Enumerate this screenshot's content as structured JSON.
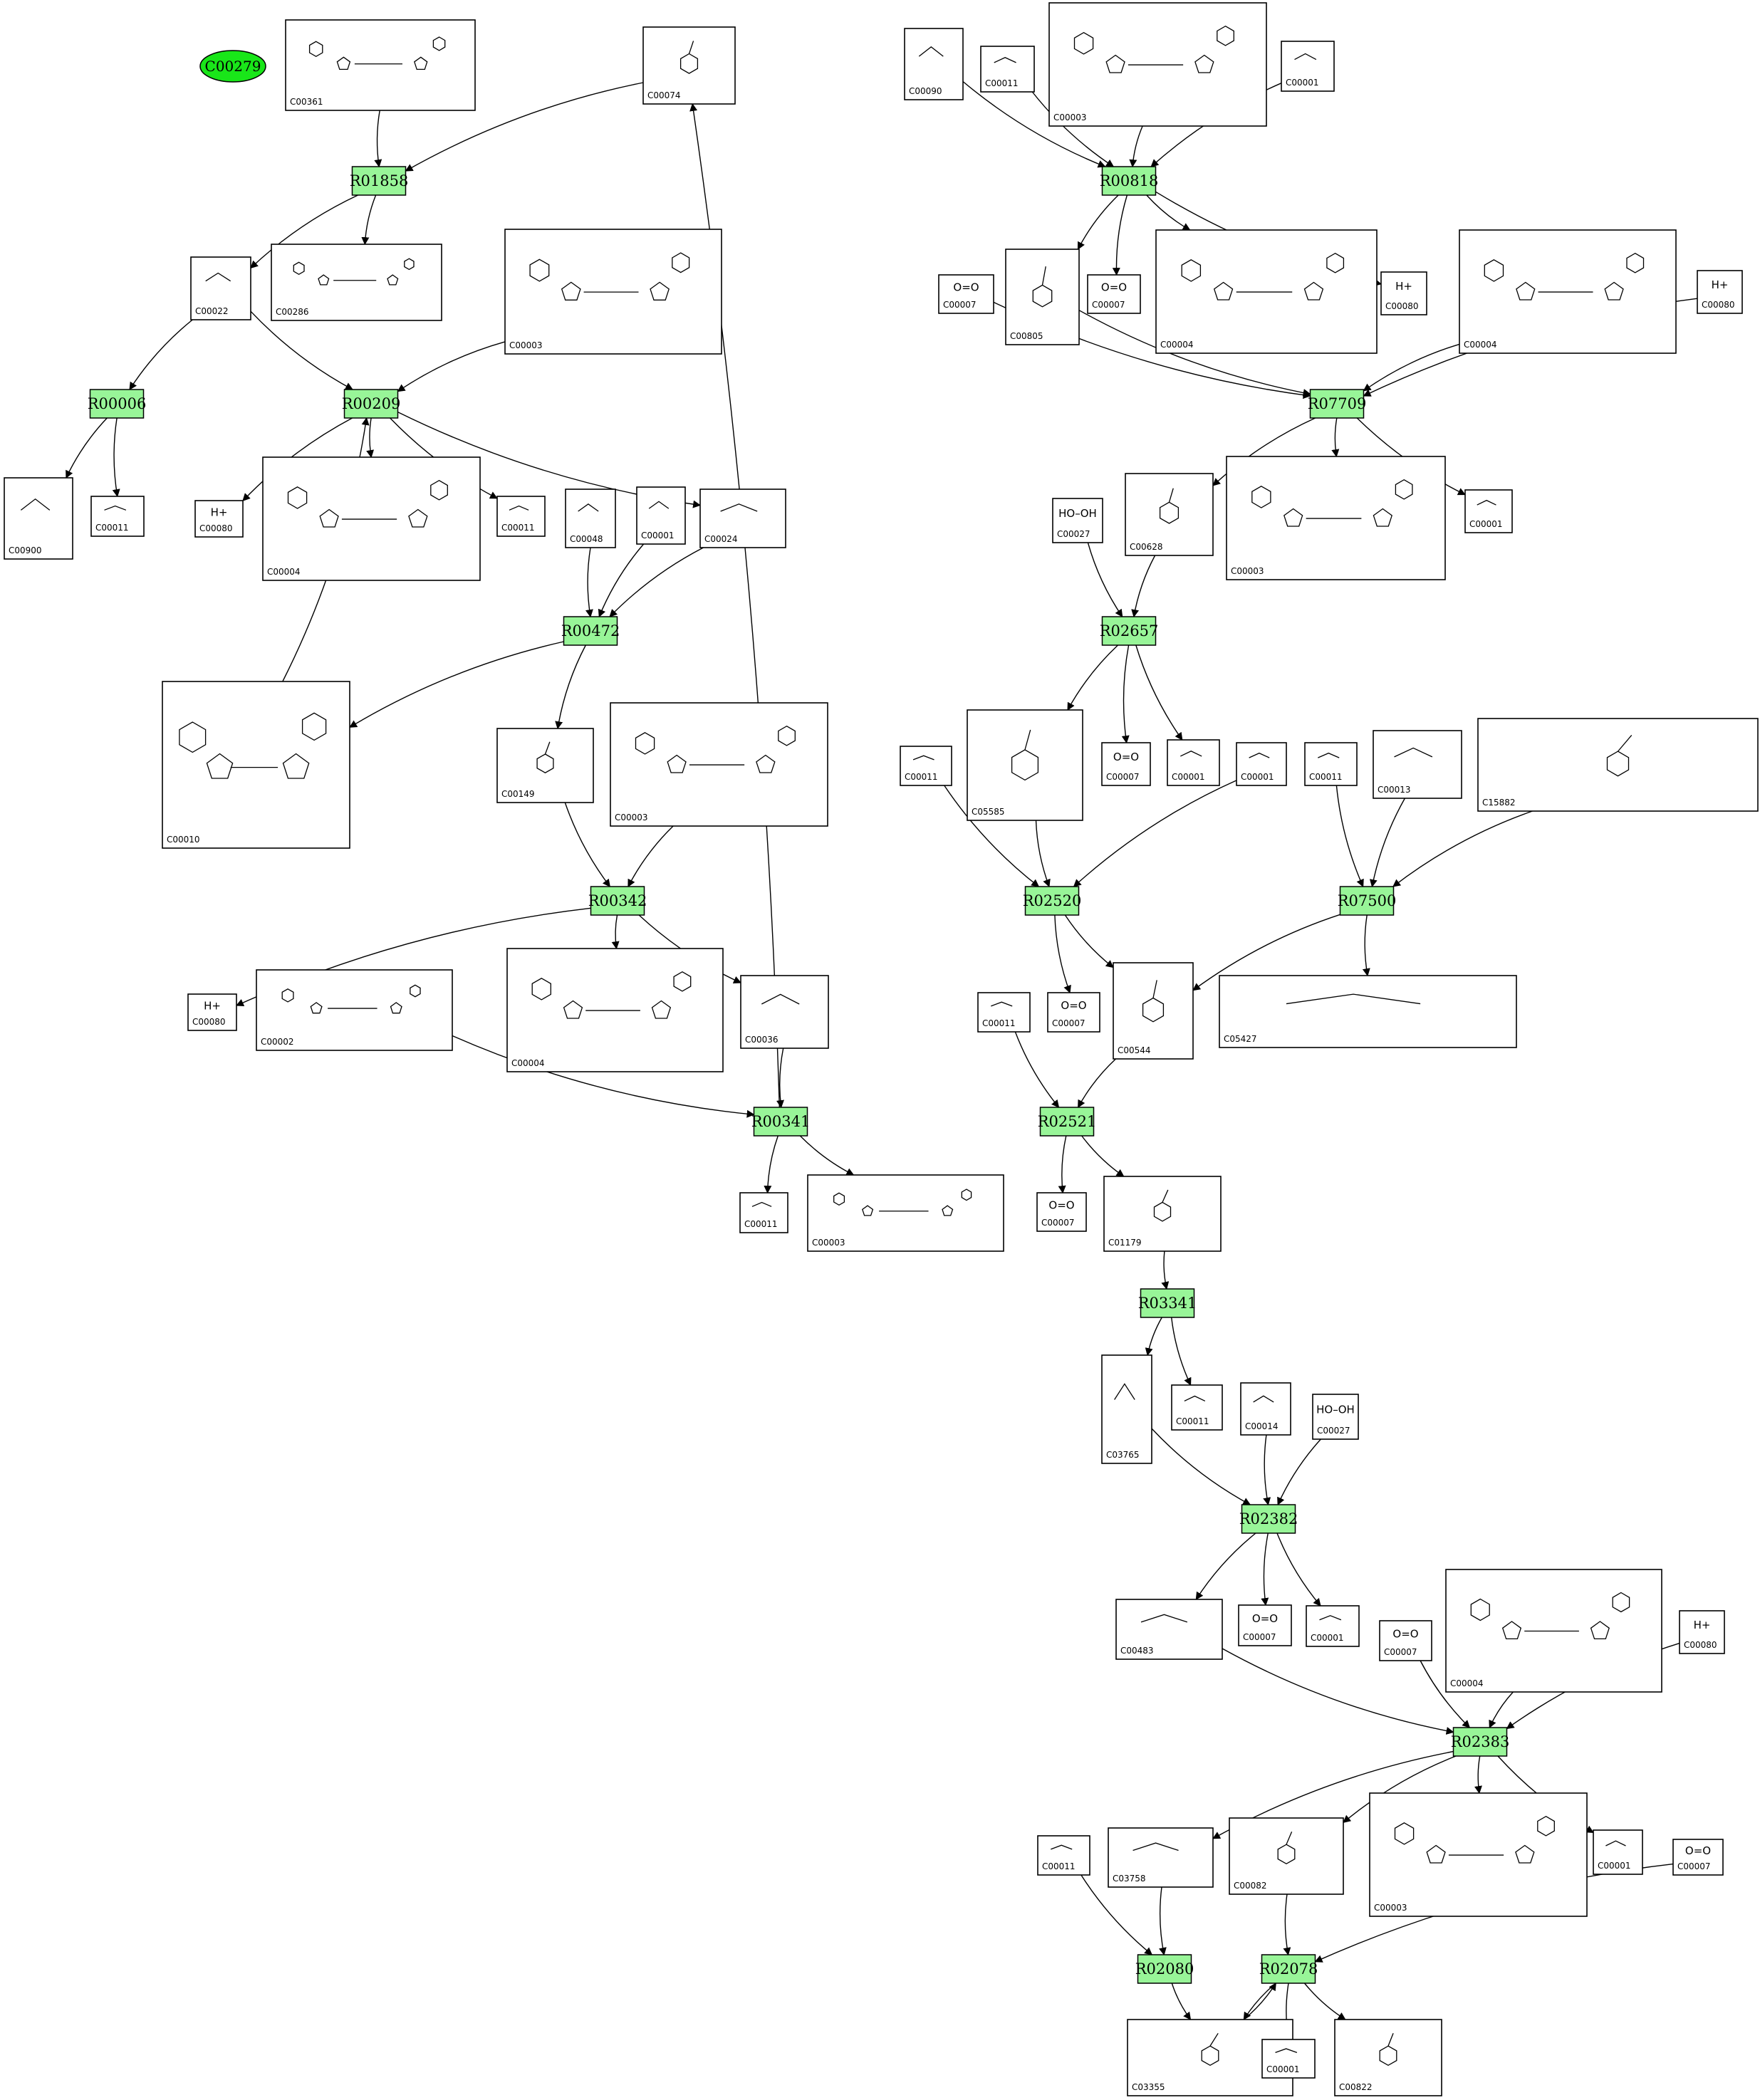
{
  "start_node": {
    "id": "C00279"
  },
  "reactions": [
    "R01858",
    "R00006",
    "R00209",
    "R00472",
    "R00342",
    "R00341",
    "R00818",
    "R07709",
    "R02657",
    "R02520",
    "R07500",
    "R02521",
    "R03341",
    "R02382",
    "R02383",
    "R02080",
    "R02078"
  ],
  "compounds": [
    {
      "id": "C00361"
    },
    {
      "id": "C00074"
    },
    {
      "id": "C00022"
    },
    {
      "id": "C00286"
    },
    {
      "id": "C00003"
    },
    {
      "id": "C00900"
    },
    {
      "id": "C00011"
    },
    {
      "id": "C00080",
      "label": "H+"
    },
    {
      "id": "C00004"
    },
    {
      "id": "C00011"
    },
    {
      "id": "C00048"
    },
    {
      "id": "C00001"
    },
    {
      "id": "C00024"
    },
    {
      "id": "C00010"
    },
    {
      "id": "C00149"
    },
    {
      "id": "C00003"
    },
    {
      "id": "C00080",
      "label": "H+"
    },
    {
      "id": "C00002"
    },
    {
      "id": "C00004"
    },
    {
      "id": "C00036"
    },
    {
      "id": "C00011"
    },
    {
      "id": "C00003"
    },
    {
      "id": "C00090"
    },
    {
      "id": "C00011"
    },
    {
      "id": "C00003"
    },
    {
      "id": "C00001"
    },
    {
      "id": "C00007",
      "label": "O=O"
    },
    {
      "id": "C00805"
    },
    {
      "id": "C00007",
      "label": "O=O"
    },
    {
      "id": "C00004"
    },
    {
      "id": "C00080",
      "label": "H+"
    },
    {
      "id": "C00004"
    },
    {
      "id": "C00080",
      "label": "H+"
    },
    {
      "id": "C00027",
      "label": "HO–OH"
    },
    {
      "id": "C00628"
    },
    {
      "id": "C00003"
    },
    {
      "id": "C00001"
    },
    {
      "id": "C00011"
    },
    {
      "id": "C05585"
    },
    {
      "id": "C00007",
      "label": "O=O"
    },
    {
      "id": "C00001"
    },
    {
      "id": "C00001"
    },
    {
      "id": "C00011"
    },
    {
      "id": "C00013"
    },
    {
      "id": "C15882"
    },
    {
      "id": "C00011"
    },
    {
      "id": "C00007",
      "label": "O=O"
    },
    {
      "id": "C00544"
    },
    {
      "id": "C05427"
    },
    {
      "id": "C00007",
      "label": "O=O"
    },
    {
      "id": "C01179"
    },
    {
      "id": "C03765"
    },
    {
      "id": "C00011"
    },
    {
      "id": "C00014"
    },
    {
      "id": "C00027",
      "label": "HO–OH"
    },
    {
      "id": "C00483"
    },
    {
      "id": "C00007",
      "label": "O=O"
    },
    {
      "id": "C00001"
    },
    {
      "id": "C00007",
      "label": "O=O"
    },
    {
      "id": "C00004"
    },
    {
      "id": "C00080",
      "label": "H+"
    },
    {
      "id": "C00011"
    },
    {
      "id": "C03758"
    },
    {
      "id": "C00082"
    },
    {
      "id": "C00003"
    },
    {
      "id": "C00001"
    },
    {
      "id": "C00007",
      "label": "O=O"
    },
    {
      "id": "C03355"
    },
    {
      "id": "C00001"
    },
    {
      "id": "C00822"
    }
  ]
}
